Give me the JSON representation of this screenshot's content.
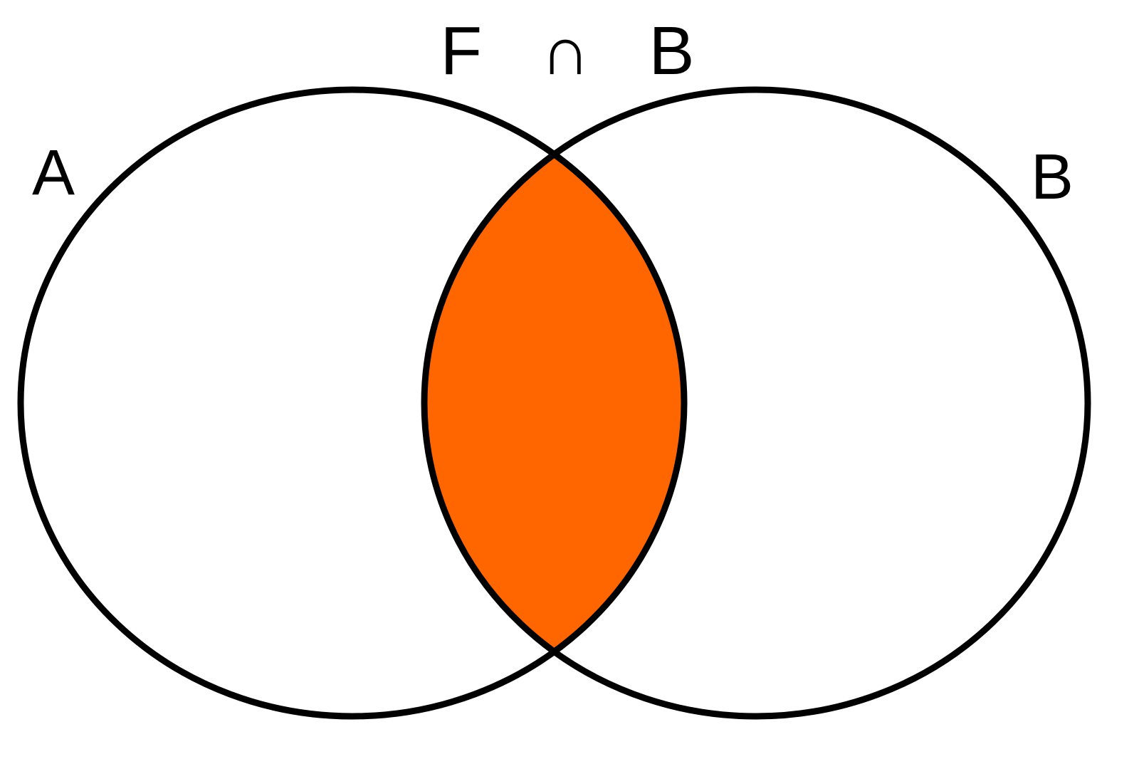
{
  "diagram": {
    "title": "F ∩ B",
    "set_left_label": "A",
    "set_right_label": "B",
    "colors": {
      "intersection_fill": "#ff6600",
      "outline": "#000000",
      "background": "#ffffff"
    }
  }
}
